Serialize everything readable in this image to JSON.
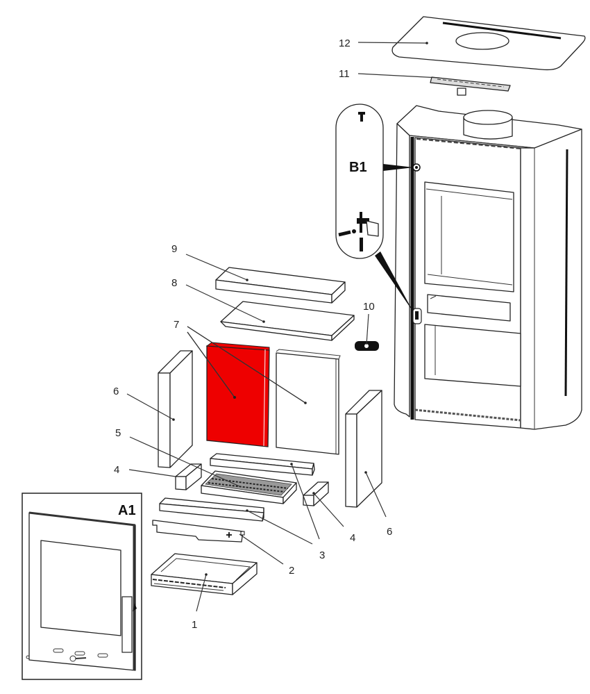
{
  "diagram": {
    "title": "Stove exploded parts diagram",
    "highlight_color": "#ee0000",
    "highlighted_part": "7",
    "callouts": [
      {
        "id": "1",
        "label": "1",
        "part": "ash-pan"
      },
      {
        "id": "2",
        "label": "2",
        "part": "ash-pan-cover-plate"
      },
      {
        "id": "3",
        "label": "3",
        "part": "front-brick-bars"
      },
      {
        "id": "4",
        "label": "4",
        "part": "small-corner-bricks"
      },
      {
        "id": "5",
        "label": "5",
        "part": "grate"
      },
      {
        "id": "6",
        "label": "6",
        "part": "side-bricks"
      },
      {
        "id": "7",
        "label": "7",
        "part": "rear-bricks"
      },
      {
        "id": "8",
        "label": "8",
        "part": "baffle-plate"
      },
      {
        "id": "9",
        "label": "9",
        "part": "top-brick"
      },
      {
        "id": "10",
        "label": "10",
        "part": "door-handle"
      },
      {
        "id": "11",
        "label": "11",
        "part": "top-bracket"
      },
      {
        "id": "12",
        "label": "12",
        "part": "top-cover-plate"
      }
    ],
    "details": [
      {
        "id": "A1",
        "label": "A1",
        "part": "door"
      },
      {
        "id": "B1",
        "label": "B1",
        "part": "hinge-detail"
      }
    ]
  }
}
